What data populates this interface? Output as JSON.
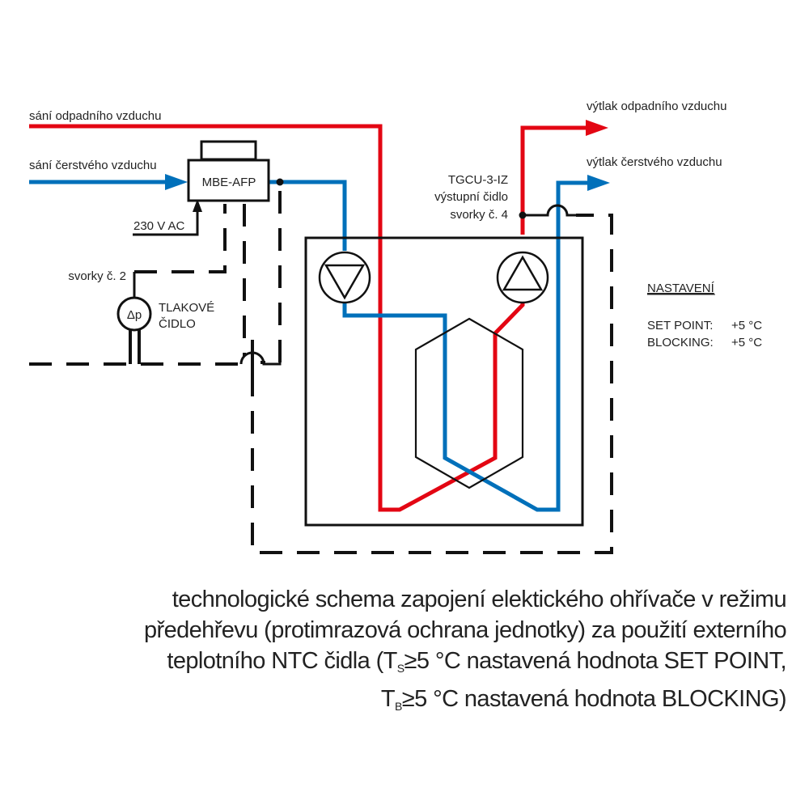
{
  "colors": {
    "exhaust_air": "#e30613",
    "fresh_air": "#0070ba",
    "wiring": "#111111"
  },
  "labels": {
    "exhaust_intake": "sání odpadního vzduchu",
    "fresh_intake": "sání čerstvého vzduchu",
    "exhaust_outlet": "výtlak odpadního vzduchu",
    "fresh_outlet": "výtlak čerstvého vzduchu",
    "controller": "MBE-AFP",
    "power": "230 V AC",
    "terminals_2": "svorky č. 2",
    "dp_symbol": "Δp",
    "pressure_sensor_line1": "TLAKOVÉ",
    "pressure_sensor_line2": "ČIDLO",
    "sensor_model": "TGCU-3-IZ",
    "sensor_desc": "výstupní čidlo",
    "terminals_4": "svorky č. 4"
  },
  "settings": {
    "heading": "NASTAVENÍ",
    "set_point_label": "SET POINT:",
    "set_point_value": "+5 °C",
    "blocking_label": "BLOCKING:",
    "blocking_value": "+5 °C"
  },
  "caption": {
    "line1": "technologické schema zapojení elektického ohřívače v režimu",
    "line2": "předehřevu (protimrazová ochrana jednotky) za použití externího",
    "line3_pre": "teplotního NTC čidla (T",
    "line3_sub": "S",
    "line3_post": "≥5 °C nastavená hodnota SET POINT,",
    "line4_pre": "T",
    "line4_sub": "B",
    "line4_post": "≥5 °C nastavená hodnota BLOCKING)"
  }
}
